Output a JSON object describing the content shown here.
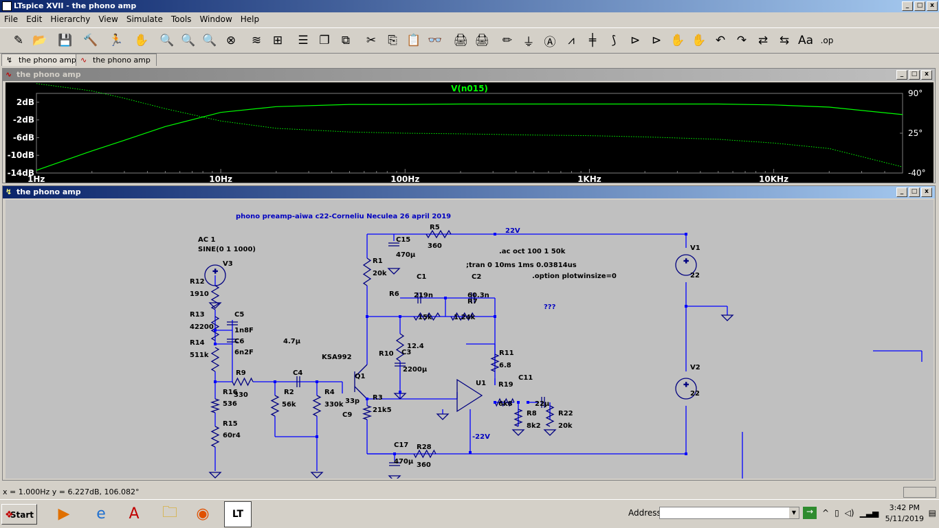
{
  "app": {
    "title": "LTspice XVII - the phono amp",
    "menus": [
      "File",
      "Edit",
      "Hierarchy",
      "View",
      "Simulate",
      "Tools",
      "Window",
      "Help"
    ],
    "window_buttons": [
      "_",
      "□",
      "x"
    ]
  },
  "toolbar": {
    "icons": [
      "new-schematic-icon",
      "open-icon",
      "save-icon",
      "control-panel-icon",
      "run-icon",
      "halt-icon",
      "zoom-in-icon",
      "zoom-pan-icon",
      "zoom-out-icon",
      "zoom-fit-icon",
      "autorange-icon",
      "grid-icon",
      "tile-horizontal-icon",
      "cascade-icon",
      "tile-vertical-icon",
      "cut-icon",
      "copy-icon",
      "paste-icon",
      "find-icon",
      "print-icon",
      "print-setup-icon",
      "draw-wire-icon",
      "ground-icon",
      "label-net-icon",
      "resistor-icon",
      "capacitor-icon",
      "inductor-icon",
      "diode-icon",
      "component-icon",
      "move-icon",
      "drag-icon",
      "undo-icon",
      "redo-icon",
      "rotate-icon",
      "mirror-icon",
      "text-icon",
      "spice-directive-icon"
    ],
    "glyphs": [
      "✎",
      "📂",
      "💾",
      "🔨",
      "🏃",
      "✋",
      "🔍",
      "🔍",
      "🔍",
      "⊗",
      "≋",
      "⊞",
      "☰",
      "❐",
      "⧉",
      "✂",
      "⎘",
      "📋",
      "👓",
      "🖨",
      "🖨",
      "✏",
      "⏚",
      "Ⓐ",
      "⩘",
      "╪",
      "⟆",
      "⊳",
      "⊳",
      "✋",
      "✋",
      "↶",
      "↷",
      "⇄",
      "⇆",
      "Aa",
      ".op"
    ]
  },
  "tabs": [
    {
      "label": "the phono amp",
      "icon": "schematic-tab-icon"
    },
    {
      "label": "the phono amp",
      "icon": "waveform-tab-icon"
    }
  ],
  "plot_window": {
    "title": "the phono amp",
    "trace_label": "V(n015)",
    "colors": {
      "trace": "#00ff00",
      "background": "#000000",
      "axis": "#ffffff"
    }
  },
  "chart_data": {
    "type": "line",
    "title": "V(n015)",
    "x_scale": "log",
    "x_ticks": [
      "1Hz",
      "10Hz",
      "100Hz",
      "1KHz",
      "10KHz"
    ],
    "y_ticks_left": [
      "2dB",
      "-2dB",
      "-6dB",
      "-10dB",
      "-14dB"
    ],
    "y_ticks_right": [
      "90°",
      "25°",
      "-40°"
    ],
    "xlim": [
      1,
      50000
    ],
    "ylim_left": [
      -14,
      4
    ],
    "ylim_right": [
      -40,
      90
    ],
    "series": [
      {
        "kind": "magnitude_dB",
        "style": "solid",
        "x": [
          1,
          2,
          3,
          5,
          10,
          20,
          50,
          100,
          200,
          500,
          1000,
          2000,
          5000,
          10000,
          20000,
          50000
        ],
        "y": [
          -13.4,
          -9.0,
          -6.6,
          -3.5,
          -0.3,
          1.0,
          1.5,
          1.5,
          1.6,
          1.6,
          1.6,
          1.6,
          1.6,
          1.4,
          0.9,
          -0.8
        ]
      },
      {
        "kind": "phase_deg",
        "style": "dotted",
        "x": [
          1,
          2,
          3,
          5,
          10,
          20,
          50,
          100,
          200,
          500,
          1000,
          2000,
          5000,
          10000,
          20000,
          50000
        ],
        "y": [
          106,
          94,
          82,
          65,
          45,
          33,
          27,
          25,
          24,
          22,
          21,
          19,
          15,
          9,
          0,
          -30
        ]
      }
    ]
  },
  "schematic_window": {
    "title": "the phono amp",
    "labels": {
      "heading": "phono preamp-aiwa c22-Corneliu Neculea 26 april 2019",
      "ac_source": "AC 1",
      "sine_source": "SINE(0 1 1000)",
      "ac_directive": ".ac oct 100 1 50k",
      "tran_directive": ";tran 0 10ms 1ms 0.03814us",
      "option_directive": ".option plotwinsize=0",
      "question": "???",
      "net_pos": "22V",
      "net_neg": "-22V",
      "c4_value": "4.7µ",
      "transistor_model": "KSA992"
    },
    "components": [
      {
        "ref": "V3",
        "value": ""
      },
      {
        "ref": "R12",
        "value": "1910"
      },
      {
        "ref": "R13",
        "value": "42200"
      },
      {
        "ref": "R14",
        "value": "511k"
      },
      {
        "ref": "C5",
        "value": "1n8F"
      },
      {
        "ref": "C6",
        "value": "6n2F"
      },
      {
        "ref": "R9",
        "value": "330"
      },
      {
        "ref": "R16",
        "value": "536"
      },
      {
        "ref": "R15",
        "value": "60r4"
      },
      {
        "ref": "R2",
        "value": "56k"
      },
      {
        "ref": "C4",
        "value": ""
      },
      {
        "ref": "R4",
        "value": "330k"
      },
      {
        "ref": "Q1",
        "value": ""
      },
      {
        "ref": "C9",
        "value": "33p"
      },
      {
        "ref": "R3",
        "value": "21k5"
      },
      {
        "ref": "R1",
        "value": "20k"
      },
      {
        "ref": "C15",
        "value": "470µ"
      },
      {
        "ref": "R5",
        "value": "360"
      },
      {
        "ref": "R6",
        "value": "15k"
      },
      {
        "ref": "C1",
        "value": "219n"
      },
      {
        "ref": "C2",
        "value": "60.3n"
      },
      {
        "ref": "R7",
        "value": "1.24k"
      },
      {
        "ref": "R10",
        "value": "12.4"
      },
      {
        "ref": "C3",
        "value": "2200µ"
      },
      {
        "ref": "R11",
        "value": "6.8"
      },
      {
        "ref": "U1",
        "value": ""
      },
      {
        "ref": "R19",
        "value": "6k8"
      },
      {
        "ref": "C11",
        "value": "22µ"
      },
      {
        "ref": "R8",
        "value": "8k2"
      },
      {
        "ref": "R22",
        "value": "20k"
      },
      {
        "ref": "R28",
        "value": "360"
      },
      {
        "ref": "C17",
        "value": "470µ"
      },
      {
        "ref": "V1",
        "value": "22"
      },
      {
        "ref": "V2",
        "value": "22"
      }
    ],
    "colors": {
      "wire": "#0000ff",
      "text": "#000000",
      "directive": "#0000c0",
      "background": "#c0c0c0"
    }
  },
  "status": {
    "cursor_readout": "x = 1.000Hz    y = 6.227dB, 106.082°"
  },
  "taskbar": {
    "start": "Start",
    "address_label": "Address",
    "time": "3:42 PM",
    "date": "5/11/2019",
    "apps": [
      "media-player-icon",
      "internet-explorer-icon",
      "acrobat-icon",
      "file-explorer-icon",
      "firefox-icon",
      "ltspice-icon"
    ],
    "app_glyphs": [
      "▶",
      "e",
      "A",
      "🗀",
      "◉",
      "LT"
    ]
  }
}
